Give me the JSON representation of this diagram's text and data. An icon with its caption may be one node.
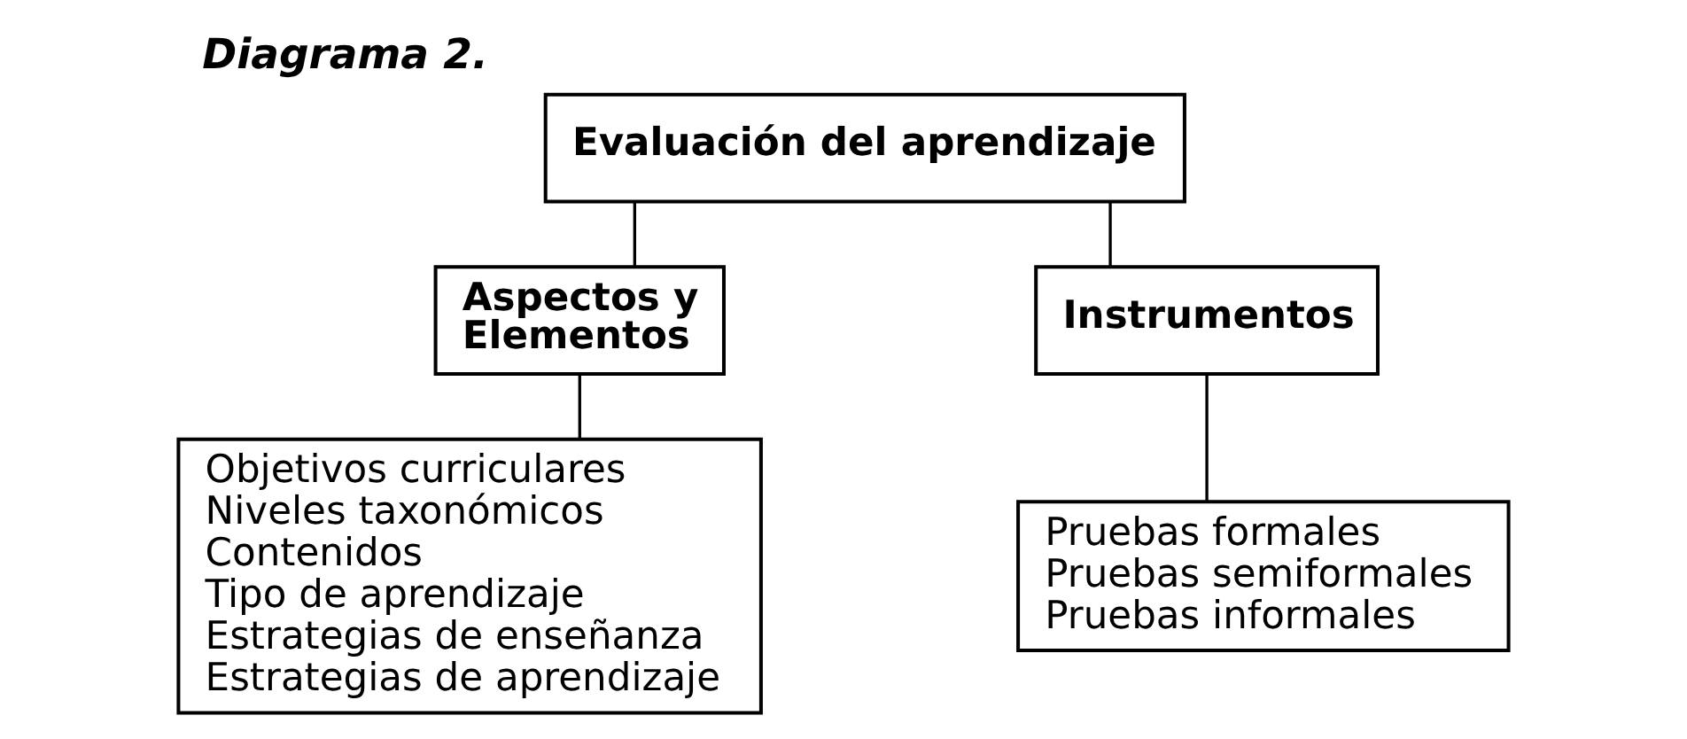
{
  "diagram": {
    "title": "Diagrama 2.",
    "nodes": [
      {
        "text": [
          "Evaluación del aprendizaje"
        ]
      },
      {
        "text": [
          "Aspectos y Elementos"
        ]
      },
      {
        "text": [
          "Instrumentos"
        ]
      },
      {
        "text": [
          "Objetivos curriculares",
          "Niveles taxonómicos",
          "Contenidos",
          "Tipo de aprendizaje",
          "Estrategias de enseñanza",
          "Estrategias de aprendizaje"
        ]
      },
      {
        "text": [
          "Pruebas formales",
          "Pruebas semiformales",
          "Pruebas informales"
        ]
      }
    ],
    "edges": [
      {
        "from": 0,
        "to": 1,
        "arrow": "none"
      },
      {
        "from": 0,
        "to": 2,
        "arrow": "none"
      },
      {
        "from": 1,
        "to": 3,
        "arrow": "none"
      },
      {
        "from": 2,
        "to": 4,
        "arrow": "none"
      }
    ]
  }
}
